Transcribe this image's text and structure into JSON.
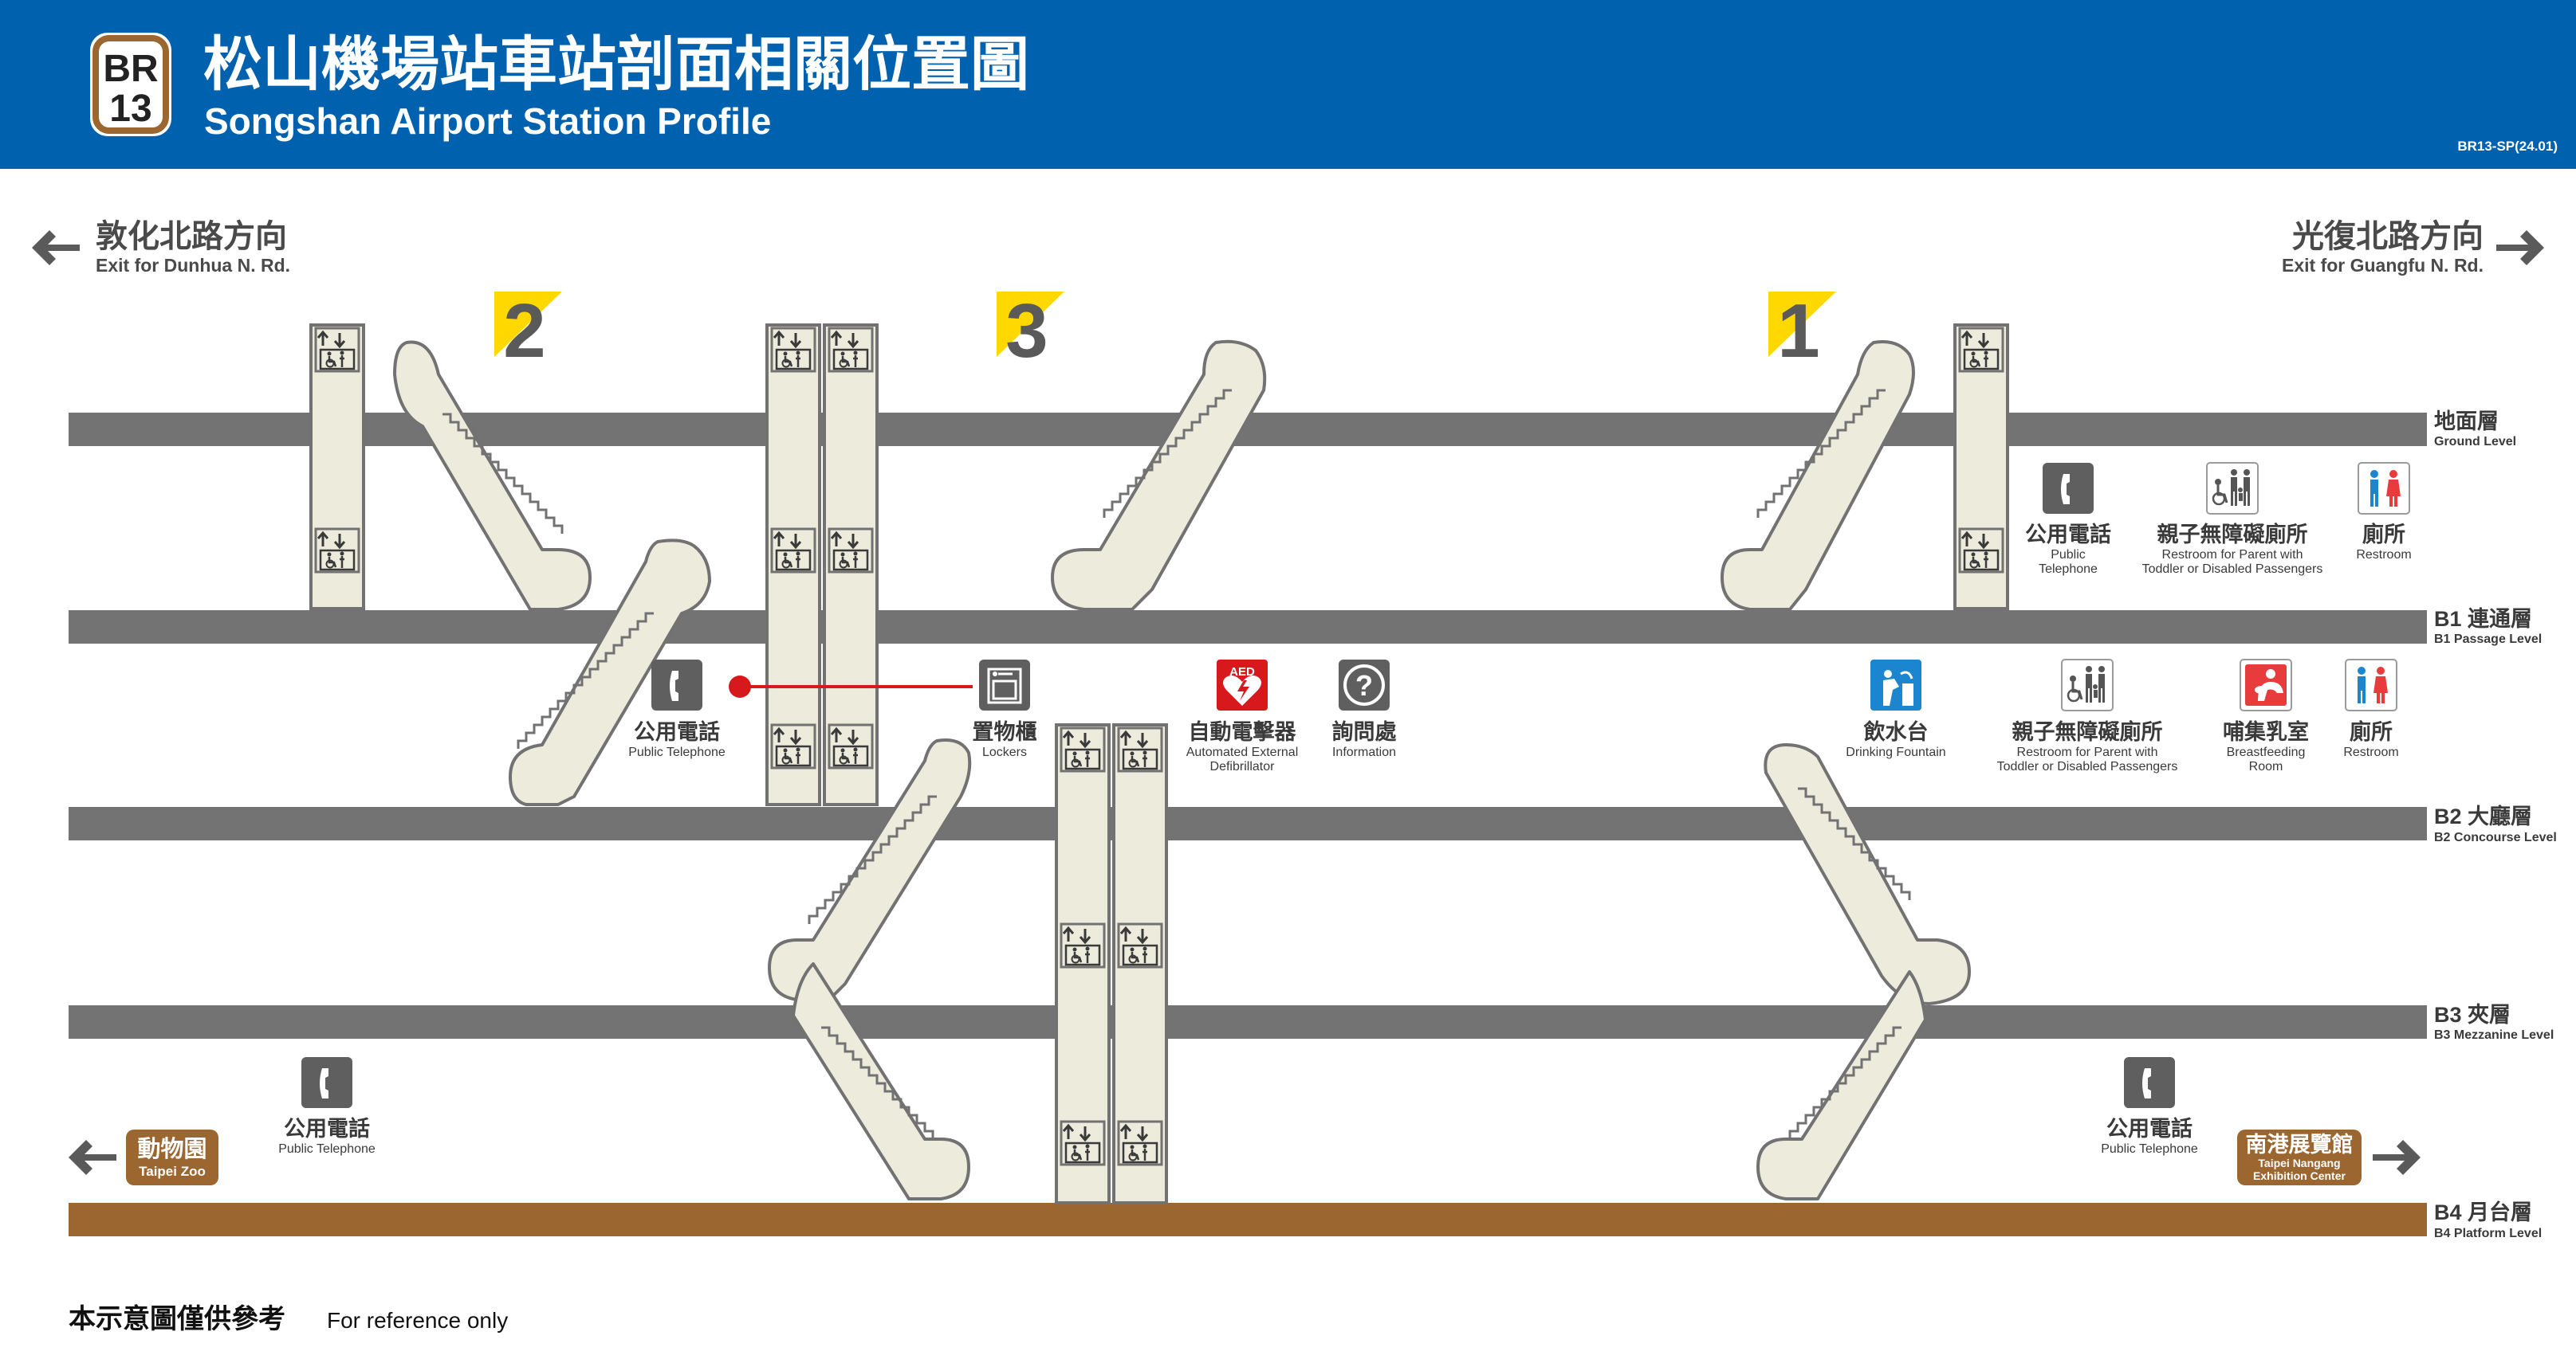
{
  "header": {
    "badge_line": "BR",
    "badge_number": "13",
    "title_zh": "松山機場站車站剖面相關位置圖",
    "title_en": "Songshan Airport Station Profile",
    "code": "BR13-SP(24.01)"
  },
  "directions": {
    "left_zh": "敦化北路方向",
    "left_en": "Exit for Dunhua N. Rd.",
    "right_zh": "光復北路方向",
    "right_en": "Exit for Guangfu N. Rd."
  },
  "exits": [
    "2",
    "3",
    "1"
  ],
  "levels": [
    {
      "zh": "地面層",
      "en": "Ground Level"
    },
    {
      "zh": "B1 連通層",
      "en": "B1 Passage Level"
    },
    {
      "zh": "B2 大廳層",
      "en": "B2 Concourse Level"
    },
    {
      "zh": "B3 夾層",
      "en": "B3 Mezzanine Level"
    },
    {
      "zh": "B4 月台層",
      "en": "B4 Platform Level"
    }
  ],
  "facilities": {
    "b1_phone": {
      "zh": "公用電話",
      "en": "Public",
      "en2": "Telephone"
    },
    "b1_family_restroom": {
      "zh": "親子無障礙廁所",
      "en": "Restroom for Parent with",
      "en2": "Toddler or Disabled Passengers"
    },
    "b1_restroom": {
      "zh": "廁所",
      "en": "Restroom"
    },
    "b2_phone": {
      "zh": "公用電話",
      "en": "Public Telephone"
    },
    "b2_lockers": {
      "zh": "置物櫃",
      "en": "Lockers"
    },
    "b2_aed": {
      "zh": "自動電擊器",
      "en": "Automated External",
      "en2": "Defibrillator",
      "badge": "AED"
    },
    "b2_info": {
      "zh": "詢問處",
      "en": "Information"
    },
    "b2_fountain": {
      "zh": "飲水台",
      "en": "Drinking Fountain"
    },
    "b2_family_restroom": {
      "zh": "親子無障礙廁所",
      "en": "Restroom for Parent with",
      "en2": "Toddler or Disabled Passengers"
    },
    "b2_nursing": {
      "zh": "哺集乳室",
      "en": "Breastfeeding",
      "en2": "Room"
    },
    "b2_restroom": {
      "zh": "廁所",
      "en": "Restroom"
    },
    "b4_phone_left": {
      "zh": "公用電話",
      "en": "Public Telephone"
    },
    "b4_phone_right": {
      "zh": "公用電話",
      "en": "Public Telephone"
    }
  },
  "platform": {
    "left": {
      "zh": "動物園",
      "en": "Taipei Zoo"
    },
    "right": {
      "zh": "南港展覽館",
      "en": "Taipei Nangang",
      "en2": "Exhibition Center"
    }
  },
  "footer": {
    "zh": "本示意圖僅供參考",
    "en": "For reference only"
  },
  "colors": {
    "header_bg": "#0061ae",
    "level_bar": "#737373",
    "platform_bar": "#9c6630",
    "shaft_fill": "#ecebdc",
    "exit_yellow": "#ffd800",
    "aed_red": "#d7191e",
    "restroom_red": "#e83c3c",
    "restroom_blue": "#1b86cf",
    "line_brown": "#9c6630"
  }
}
